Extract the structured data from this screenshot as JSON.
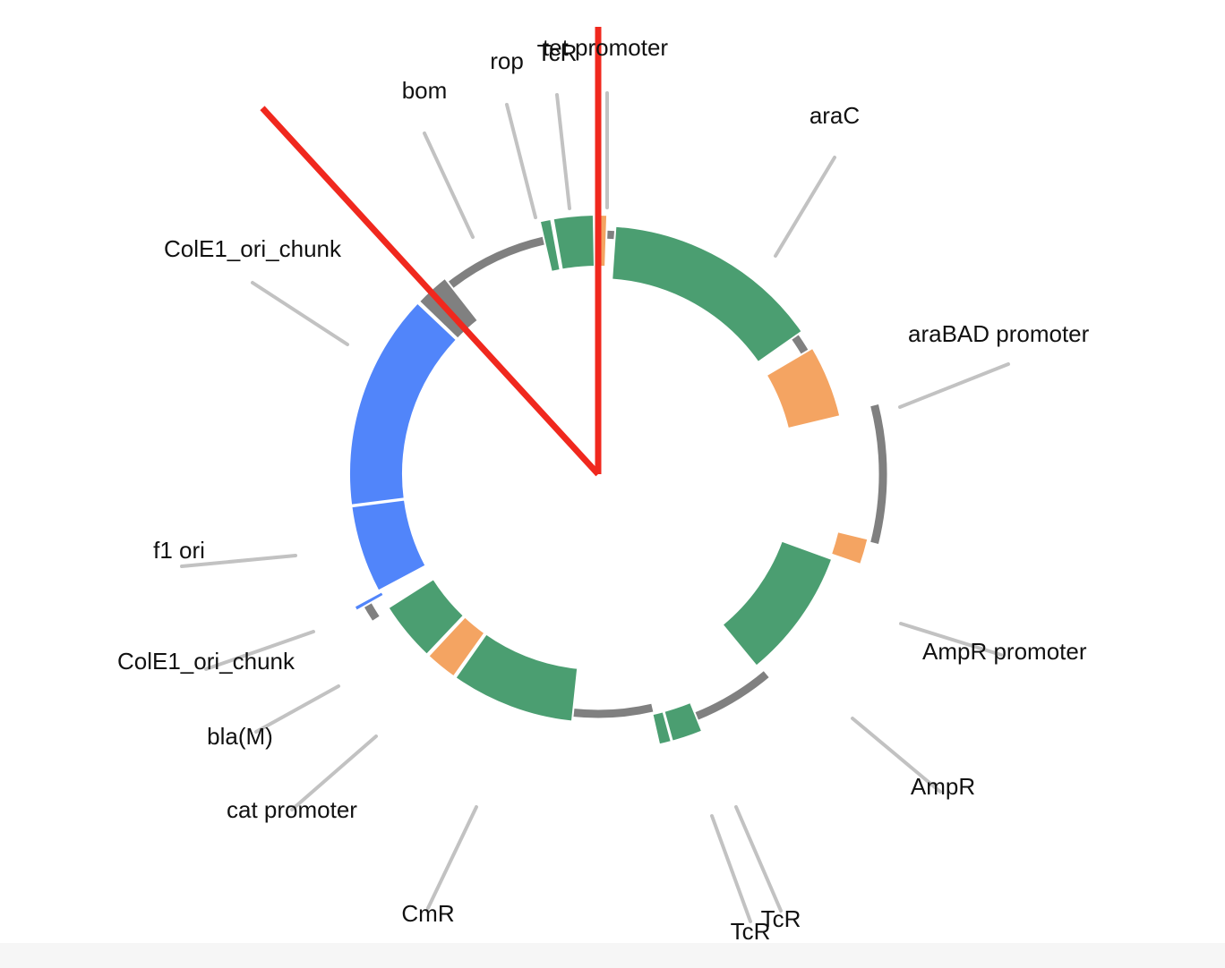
{
  "colors": {
    "cds": "#4b9e71",
    "promoter": "#f4a462",
    "origin": "#5185fa",
    "misc": "#808080",
    "backbone": "#808080",
    "leader": "#c2c2c2",
    "cut": "#f0281e"
  },
  "features": [
    {
      "name": "araC",
      "type": "cds"
    },
    {
      "name": "araBAD promoter",
      "type": "promoter"
    },
    {
      "name": "AmpR promoter",
      "type": "promoter"
    },
    {
      "name": "AmpR",
      "type": "cds"
    },
    {
      "name": "TcR",
      "type": "cds"
    },
    {
      "name": "TcR",
      "type": "cds"
    },
    {
      "name": "CmR",
      "type": "cds"
    },
    {
      "name": "cat promoter",
      "type": "promoter"
    },
    {
      "name": "bla(M)",
      "type": "cds"
    },
    {
      "name": "ColE1_ori_chunk",
      "type": "origin"
    },
    {
      "name": "f1 ori",
      "type": "origin"
    },
    {
      "name": "ColE1_ori_chunk",
      "type": "origin"
    },
    {
      "name": "bom",
      "type": "misc"
    },
    {
      "name": "rop",
      "type": "cds"
    },
    {
      "name": "TcR",
      "type": "cds"
    },
    {
      "name": "tet promoter",
      "type": "promoter"
    }
  ],
  "selection": {
    "start_deg": 0,
    "end_deg": -42.5
  }
}
